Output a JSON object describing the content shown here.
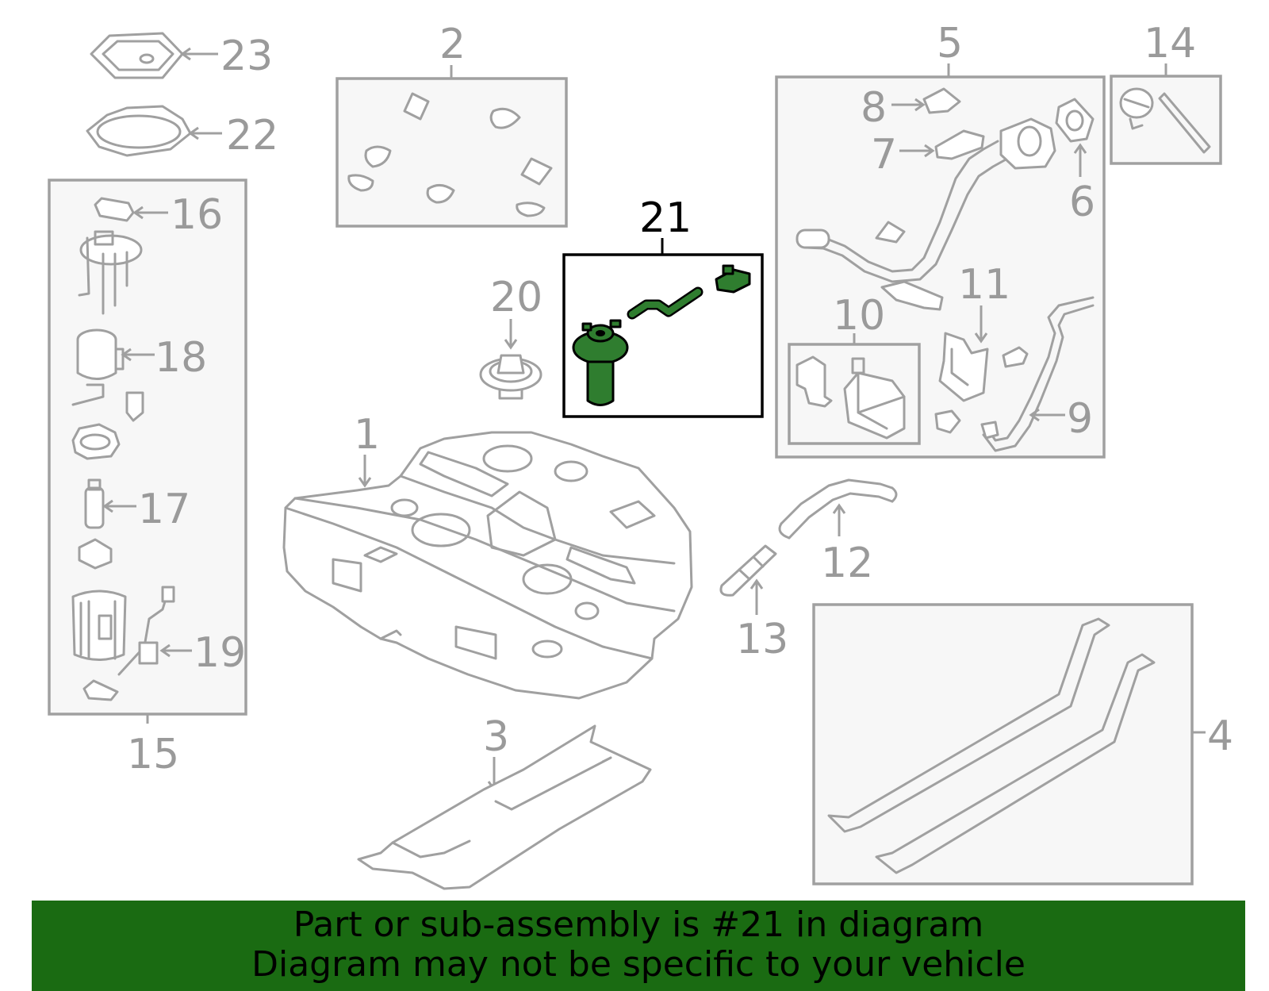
{
  "highlight": {
    "part_number": "21",
    "color": "#2f7d2f"
  },
  "callouts": {
    "c1": "1",
    "c2": "2",
    "c3": "3",
    "c4": "4",
    "c5": "5",
    "c6": "6",
    "c7": "7",
    "c8": "8",
    "c9": "9",
    "c10": "10",
    "c11": "11",
    "c12": "12",
    "c13": "13",
    "c14": "14",
    "c15": "15",
    "c16": "16",
    "c17": "17",
    "c18": "18",
    "c19": "19",
    "c20": "20",
    "c21": "21",
    "c22": "22",
    "c23": "23"
  },
  "banner": {
    "line1": "Part or sub-assembly is #21 in diagram",
    "line2": "Diagram may not be specific to your vehicle",
    "background": "#1a6b12"
  },
  "colors": {
    "outline": "#a0a0a0",
    "box_fill": "#f7f7f7",
    "highlight_outline": "#000000"
  }
}
